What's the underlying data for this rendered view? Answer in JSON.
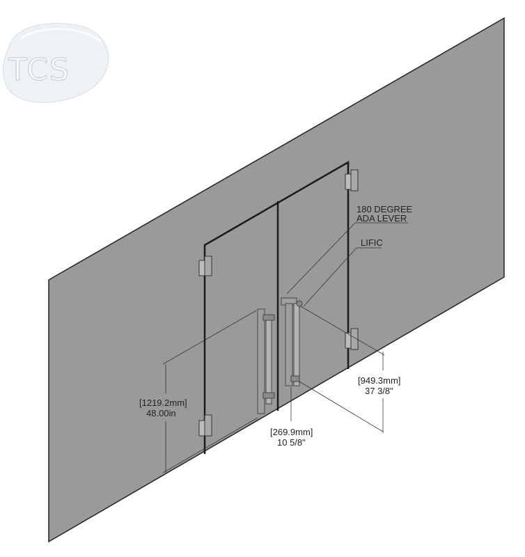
{
  "logo": {
    "text": "TCS"
  },
  "callouts": {
    "lever_line1": "180 DEGREE",
    "lever_line2": "ADA LEVER",
    "lific": "LIFIC"
  },
  "dimensions": {
    "handle_height_mm": "[1219.2mm]",
    "handle_height_in": "48.00in",
    "pull_offset_mm": "[269.9mm]",
    "pull_offset_in": "10 5/8\"",
    "right_height_mm": "[949.3mm]",
    "right_height_in": "37 3/8\""
  },
  "colors": {
    "glass": "#9a9a9a",
    "frame": "#1a1a1a",
    "hardware": "#8a8a8a",
    "dimension_line": "#333333"
  }
}
